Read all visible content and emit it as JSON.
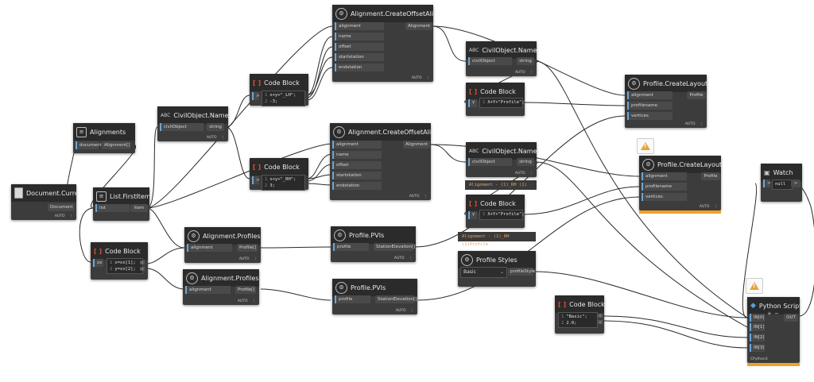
{
  "nodes": {
    "document_current": {
      "title": "Document.Current",
      "out": "Document",
      "footer": "AUTO"
    },
    "alignments": {
      "title": "Alignments",
      "in": "document",
      "out": "Alignment[]"
    },
    "list_first_item": {
      "title": "List.FirstItem",
      "in": "list",
      "out": "item"
    },
    "civil_name_1": {
      "title": "CivilObject.Name",
      "in": "civilObject",
      "out": "string",
      "footer": "AUTO"
    },
    "code_block_1": {
      "title": "Code Block",
      "lines": [
        "x+y+\"_LH\";",
        "-3;"
      ],
      "port": ">"
    },
    "code_block_2": {
      "title": "Code Block",
      "lines": [
        "x+y+\"_RH\";",
        "3;"
      ],
      "port": ">"
    },
    "code_block_3": {
      "title": "Code Block",
      "lines": [
        "x=xx[1];",
        "y=xx[2];"
      ],
      "in": "xx"
    },
    "create_offset_1": {
      "title": "Alignment.CreateOffsetAlignment",
      "ins": [
        "alignment",
        "name",
        "offset",
        "startstation",
        "endstation"
      ],
      "out": "Alignment",
      "footer": "AUTO"
    },
    "create_offset_2": {
      "title": "Alignment.CreateOffsetAlignment",
      "ins": [
        "alignment",
        "name",
        "offset",
        "startstation",
        "endstation"
      ],
      "out": "Alignment",
      "footer": "AUTO"
    },
    "civil_name_2": {
      "title": "CivilObject.Name",
      "in": "civilObject",
      "out": "string",
      "footer": "AUTO"
    },
    "civil_name_3": {
      "title": "CivilObject.Name",
      "in": "civilObject",
      "out": "string",
      "footer": "AUTO"
    },
    "code_block_4": {
      "title": "Code Block",
      "lines": [
        "X+Y+\"Profile\";"
      ],
      "in": "Y"
    },
    "code_block_5": {
      "title": "Code Block",
      "lines": [
        "X+Y+\"Profile\";"
      ],
      "in": "Y"
    },
    "layout_profile_1": {
      "title": "Profile.CreateLayoutProfile",
      "ins": [
        "alignment",
        "profilename",
        "vertices"
      ],
      "out": "Profile",
      "footer": "AUTO"
    },
    "layout_profile_2": {
      "title": "Profile.CreateLayoutProfile",
      "ins": [
        "alignment",
        "profilename",
        "vertices"
      ],
      "out": "Profile",
      "footer": "AUTO"
    },
    "align_profiles_1": {
      "title": "Alignment.Profiles",
      "in": "alignment",
      "out": "Profile[]",
      "footer": "AUTO"
    },
    "align_profiles_2": {
      "title": "Alignment.Profiles",
      "in": "alignment",
      "out": "Profile[]",
      "footer": "AUTO"
    },
    "profile_pvis_1": {
      "title": "Profile.PVIs",
      "in": "profile",
      "out": "StationElevation[]",
      "footer": "AUTO"
    },
    "profile_pvis_2": {
      "title": "Profile.PVIs",
      "in": "profile",
      "out": "StationElevation[]",
      "footer": "AUTO"
    },
    "profile_styles": {
      "title": "Profile Styles",
      "selected": "Basic",
      "out": "profileStyle"
    },
    "code_block_6": {
      "title": "Code Block",
      "lines": [
        "\"Basic\";",
        "2.0;"
      ]
    },
    "python_script": {
      "title": "Python Script",
      "ins": [
        "IN[0]",
        "IN[1]",
        "IN[2]",
        "IN[3]"
      ],
      "out": "OUT",
      "footer": "CPython3"
    },
    "watch": {
      "title": "Watch",
      "value": "null",
      "out": ">"
    }
  },
  "tooltips": {
    "lh": "Alignment - (1)_RH (1)",
    "profile": "Alignment - (1)_RH (1)Profile"
  },
  "colors": {
    "canvas": "#ffffff",
    "node": "#3c3c3c",
    "header": "#2b2b2b",
    "port_accent": "#6aa7d8",
    "warning": "#f0a12a"
  }
}
